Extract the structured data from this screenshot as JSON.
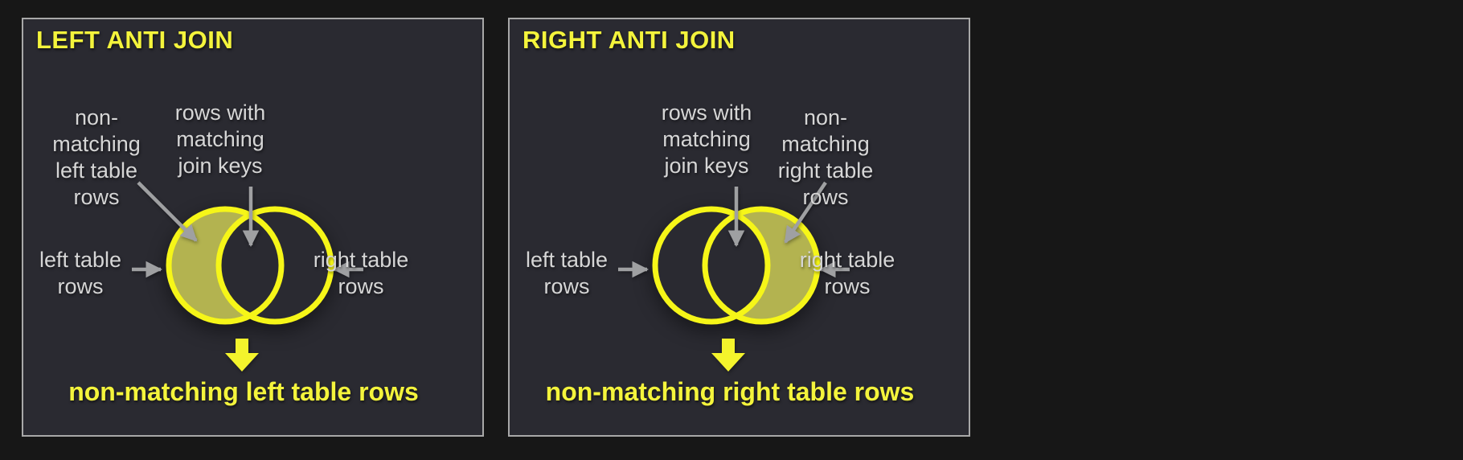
{
  "colors": {
    "page_bg": "#171717",
    "panel_bg": "#2a2a31",
    "panel_border": "#a8a8a8",
    "accent_yellow": "#f4f42c",
    "circle_yellow": "#f6f618",
    "crescent_fill": "#b3b350",
    "label_gray": "#d6d6d6",
    "arrow_gray": "#9fa0a2"
  },
  "panels": [
    {
      "id": "left-anti-join",
      "title": "LEFT ANTI JOIN",
      "shaded_side": "left",
      "labels": {
        "non_matching": "non-\nmatching\nleft table\nrows",
        "matching": "rows with\nmatching\njoin keys",
        "left_table": "left table\nrows",
        "right_table": "right table\nrows"
      },
      "caption": "non-matching left table rows"
    },
    {
      "id": "right-anti-join",
      "title": "RIGHT ANTI JOIN",
      "shaded_side": "right",
      "labels": {
        "non_matching": "non-\nmatching\nright table\nrows",
        "matching": "rows with\nmatching\njoin keys",
        "left_table": "left table\nrows",
        "right_table": "right table\nrows"
      },
      "caption": "non-matching right table rows"
    }
  ]
}
